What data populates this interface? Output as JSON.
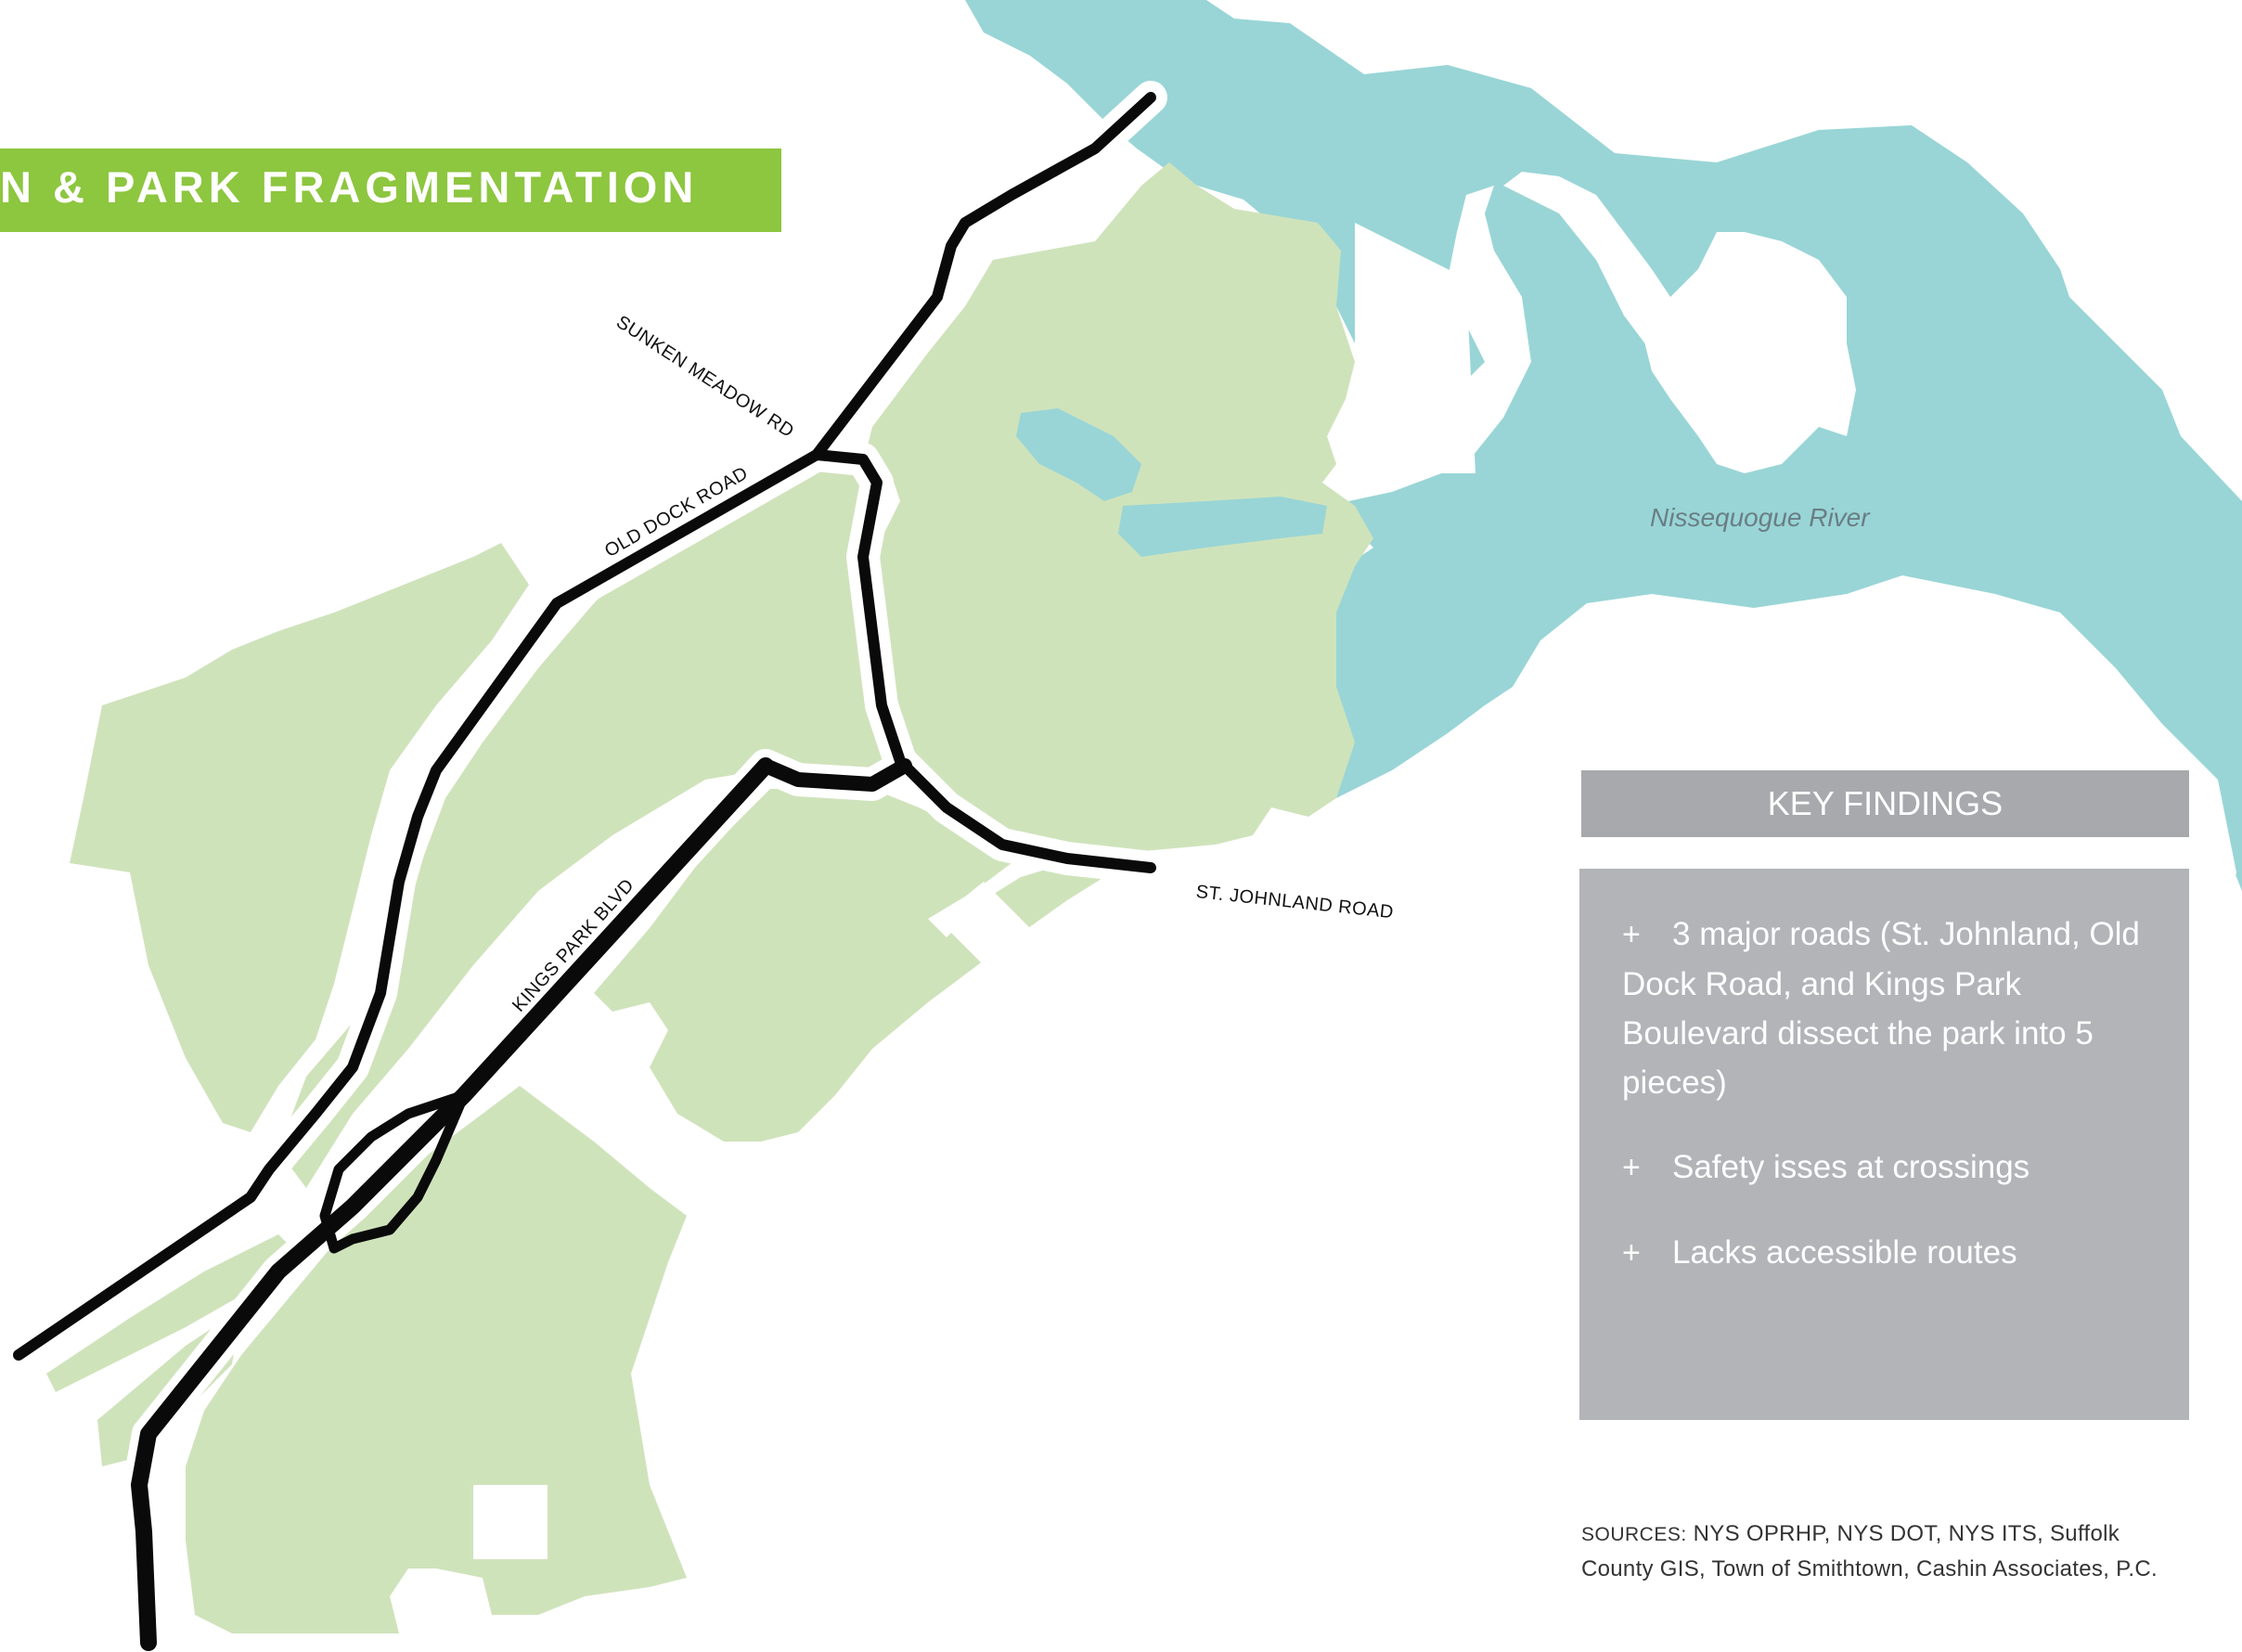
{
  "title": "N & PARK FRAGMENTATION",
  "roads": {
    "sunken_meadow": "SUNKEN MEADOW RD",
    "old_dock": "OLD DOCK ROAD",
    "kings_park": "KINGS PARK BLVD",
    "st_johnland": "ST. JOHNLAND ROAD"
  },
  "water": {
    "river_name": "Nissequogue River"
  },
  "key_findings": {
    "header": "KEY FINDINGS",
    "items": [
      "3 major roads (St. Johnland, Old Dock Road, and Kings Park Boulevard dissect the park into 5 pieces)",
      "Safety isses at crossings",
      "Lacks accessible routes"
    ],
    "bullet": "+"
  },
  "sources": {
    "label": "SOURCES:",
    "text": "NYS OPRHP, NYS DOT,  NYS ITS, Suffolk County GIS, Town of Smithtown, Cashin Associates, P.C."
  },
  "colors": {
    "park": "#cfe3bb",
    "water": "#99d5d6",
    "road": "#0a0a0a",
    "title_bg": "#8dc63f",
    "panel_header": "#a7a9ac",
    "panel_body": "#b2b4b8"
  }
}
